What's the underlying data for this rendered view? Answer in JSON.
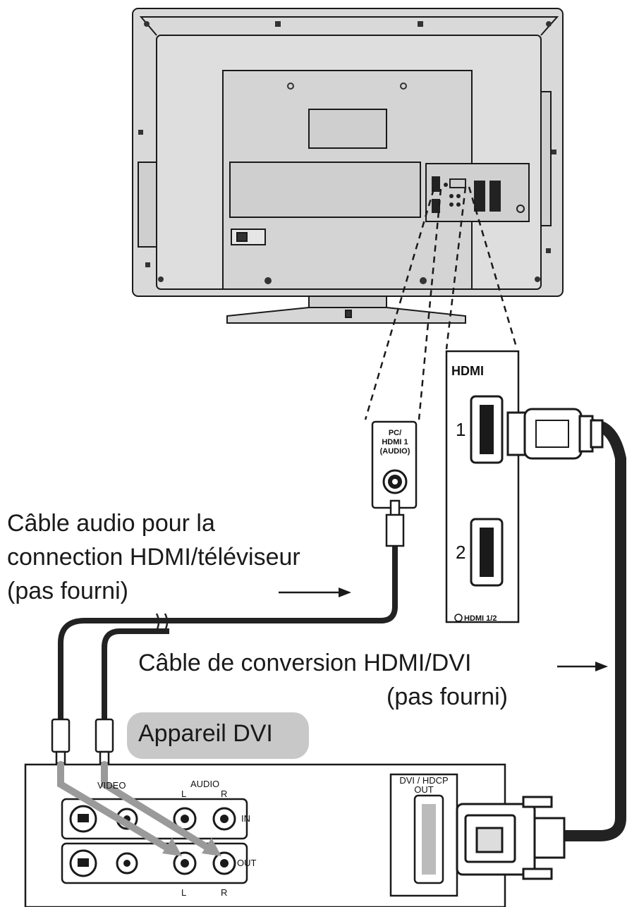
{
  "audio_cable_label": [
    "Câble audio pour la",
    "connection HDMI/téléviseur",
    "(pas fourni)"
  ],
  "conversion_cable_label": [
    "Câble de conversion HDMI/DVI",
    "(pas fourni)"
  ],
  "dvi_device_label": "Appareil DVI",
  "audio_jack_label": [
    "PC/",
    "HDMI 1",
    "(AUDIO)"
  ],
  "hdmi_panel": {
    "logo": "HDMI",
    "port_numbers": [
      "1",
      "2"
    ],
    "footer": "HDMI 1/2"
  },
  "device_panel": {
    "video_label": "VIDEO",
    "audio_label": "AUDIO",
    "in_label": "IN",
    "out_label": "OUT",
    "left_label": "L",
    "right_label": "R",
    "dvi_out_label": [
      "DVI / HDCP",
      "OUT"
    ]
  },
  "colors": {
    "line": "#1a1a1a",
    "cable": "#222222",
    "tv_body": "#d9d9d9",
    "pill": "#c8c8c8",
    "arrow_gray": "#9a9a9a"
  }
}
